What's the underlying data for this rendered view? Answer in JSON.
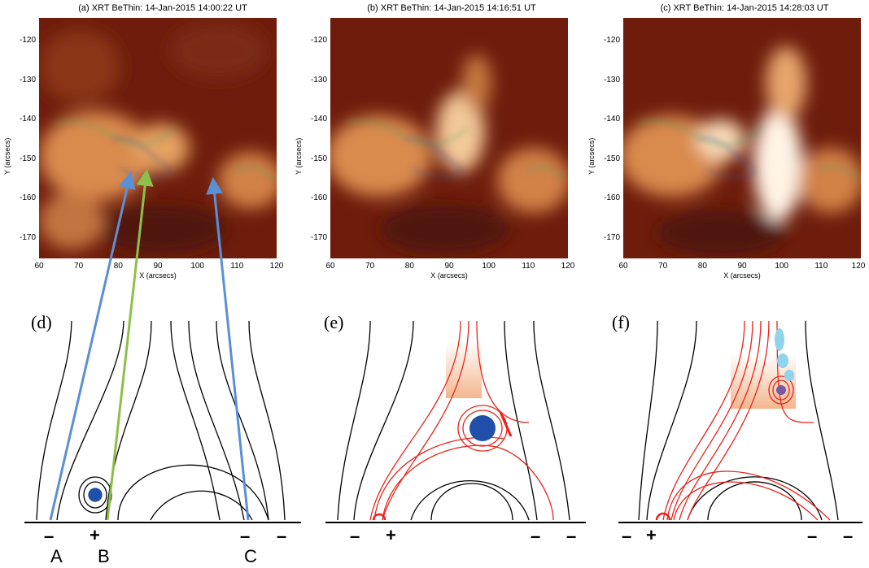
{
  "panels": [
    {
      "title": "(a) XRT BeThin: 14-Jan-2015 14:00:22 UT"
    },
    {
      "title": "(b) XRT BeThin: 14-Jan-2015 14:16:51 UT"
    },
    {
      "title": "(c) XRT BeThin: 14-Jan-2015 14:28:03 UT"
    }
  ],
  "axes": {
    "xlabel": "X (arcsecs)",
    "ylabel": "Y (arcsecs)",
    "xticks": [
      "60",
      "70",
      "80",
      "90",
      "100",
      "110",
      "120"
    ],
    "yticks": [
      "-120",
      "-130",
      "-140",
      "-150",
      "-160",
      "-170"
    ]
  },
  "schematics": {
    "labels": [
      "(d)",
      "(e)",
      "(f)"
    ],
    "polarity_d": [
      "–",
      "+",
      "–",
      "–"
    ],
    "polarity_e": [
      "–",
      "+",
      "–",
      "–"
    ],
    "polarity_f": [
      "–",
      "+",
      "–",
      "–"
    ],
    "footpoints": [
      "A",
      "B",
      "C"
    ]
  },
  "colors": {
    "field_line": "#000000",
    "reconnected": "#e8241c",
    "filament": "#1f4fa8",
    "arrow_blue": "#5b8fd6",
    "arrow_green": "#8cc04a",
    "outflow": "#f2a97a",
    "blob_cyan": "#8fd3ee",
    "blob_purple": "#7a58a8"
  }
}
